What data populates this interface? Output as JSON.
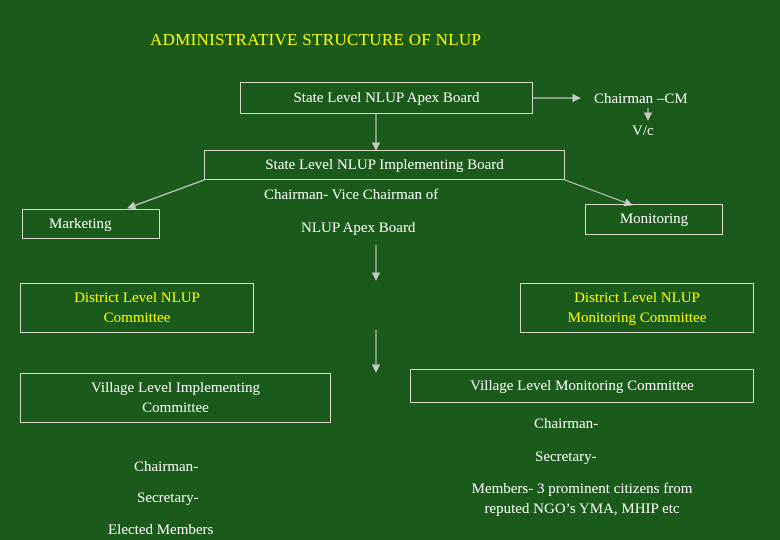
{
  "title": "ADMINISTRATIVE STRUCTURE OF NLUP",
  "apex_board": "State Level NLUP Apex Board",
  "chairman_cm": "Chairman –CM",
  "vc": "V/c",
  "implementing_board": "State Level NLUP Implementing Board",
  "implementing_chair_line1": "Chairman- Vice Chairman of",
  "implementing_chair_line2": "NLUP Apex Board",
  "marketing": "Marketing",
  "monitoring": "Monitoring",
  "district_committee": {
    "line1": "District Level NLUP",
    "line2": "Committee"
  },
  "district_monitoring": {
    "line1": "District Level NLUP",
    "line2": "Monitoring Committee"
  },
  "village_implementing": {
    "line1": "Village Level Implementing",
    "line2": "Committee"
  },
  "village_implementing_roles": {
    "chairman": "Chairman-",
    "secretary": "Secretary-",
    "members": "Elected Members"
  },
  "village_monitoring": "Village Level Monitoring Committee",
  "village_monitoring_roles": {
    "chairman": "Chairman-",
    "secretary": "Secretary-",
    "members_line1": "Members- 3 prominent citizens from",
    "members_line2": "reputed NGO’s YMA, MHIP etc"
  },
  "colors": {
    "background": "#1a5a1a",
    "text": "#ffffff",
    "title": "#ffff00",
    "district": "#ffff00",
    "lines": "#c8c8c8"
  }
}
